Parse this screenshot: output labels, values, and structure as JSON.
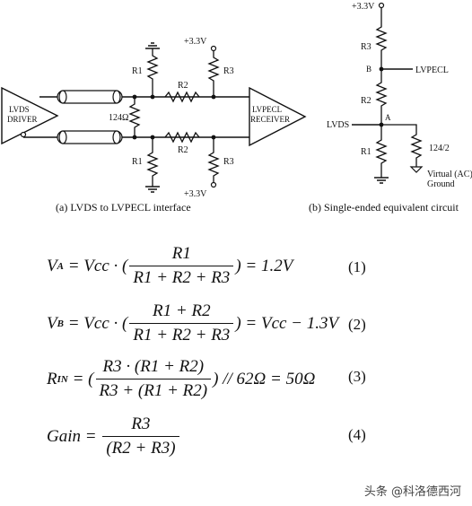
{
  "fig_a": {
    "driver_label_1": "LVDS",
    "driver_label_2": "DRIVER",
    "receiver_label_1": "LVPECL",
    "receiver_label_2": "RECEIVER",
    "r1": "R1",
    "r2": "R2",
    "r3": "R3",
    "r124": "124Ω",
    "vcc": "+3.3V",
    "caption": "(a) LVDS to LVPECL interface"
  },
  "fig_b": {
    "vcc": "+3.3V",
    "r3": "R3",
    "r2": "R2",
    "r1": "R1",
    "node_b": "B",
    "node_a": "A",
    "lvpecl": "LVPECL",
    "lvds": "LVDS",
    "r124_2": "124/2",
    "virtual_1": "Virtual (AC)",
    "virtual_2": "Ground",
    "caption": "(b) Single-ended equivalent circuit"
  },
  "equations": [
    {
      "no": "(1)"
    },
    {
      "no": "(2)"
    },
    {
      "no": "(3)"
    },
    {
      "no": "(4)"
    }
  ],
  "eq_parts": {
    "va_lhs": "V",
    "va_sub": "A",
    "eq": " = ",
    "vcc_dot": "Vcc · (",
    "r1": "R1",
    "r1_plus_r2": "R1 + R2",
    "sum": "R1 + R2 + R3",
    "close": ")",
    "va_rhs": " = 1.2V",
    "vb_sub": "B",
    "vb_rhs": " = Vcc − 1.3V",
    "r_lhs": "R",
    "rin_sub": "IN",
    "open": " = (",
    "rin_num": "R3 · (R1 + R2)",
    "rin_den": "R3 + (R1 + R2)",
    "rin_rhs": ") // 62Ω = 50Ω",
    "gain_lhs": "Gain",
    "r3": "R3",
    "gain_den": "(R2 + R3)"
  },
  "watermark": "头条 @科洛德西河"
}
